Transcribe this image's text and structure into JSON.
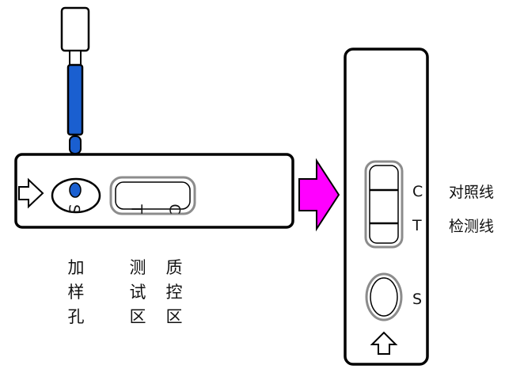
{
  "colors": {
    "outline": "#000000",
    "liquid": "#1a5fd0",
    "arrow": "#ff00ff",
    "window_gray": "#8c8c8c"
  },
  "strip": {
    "s_label": "S",
    "t_label": "T",
    "c_label": "C",
    "arrow_icon": "right-arrow-outline-icon"
  },
  "vertical_labels": {
    "sample_hole": [
      "加",
      "样",
      "孔"
    ],
    "test_zone": [
      "测",
      "试",
      "区"
    ],
    "control_zone": [
      "质",
      "控",
      "区"
    ]
  },
  "cassette": {
    "c_label": "C",
    "t_label": "T",
    "s_label": "S",
    "c_line_label": "对照线",
    "t_line_label": "检测线",
    "arrow_icon": "up-arrow-outline-icon"
  },
  "connector_icon": "magenta-right-arrow-icon"
}
